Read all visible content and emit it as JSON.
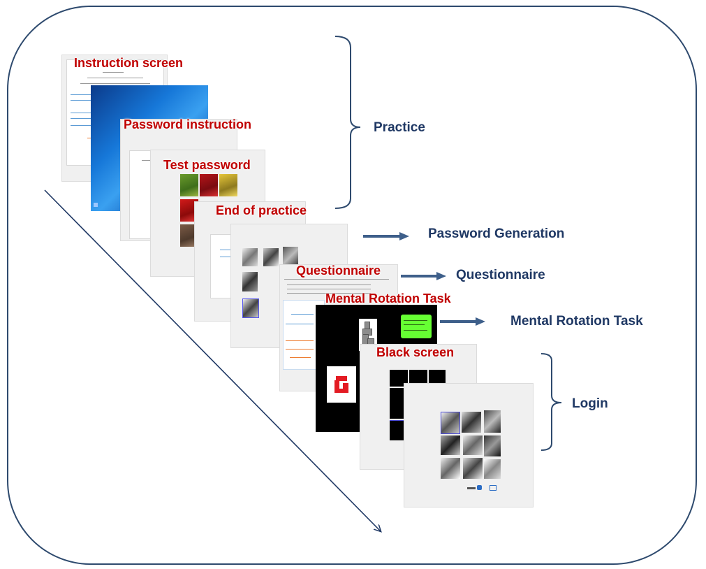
{
  "slides": {
    "instruction_screen": "Instruction screen",
    "password_instruction": "Password instruction",
    "test_password": "Test password",
    "end_of_practice": "End of practice",
    "questionnaire": "Questionnaire",
    "mental_rotation_task": "Mental Rotation Task",
    "black_screen": "Black screen"
  },
  "labels": {
    "practice": "Practice",
    "password_generation": "Password Generation",
    "questionnaire": "Questionnaire",
    "mental_rotation_task": "Mental Rotation Task",
    "login": "Login"
  },
  "colors": {
    "slide_title": "#c00000",
    "stage_label": "#1f3864",
    "frame": "#2e4a6e",
    "arrow": "#3e5f8a",
    "feedback_box": "#66ff33"
  }
}
